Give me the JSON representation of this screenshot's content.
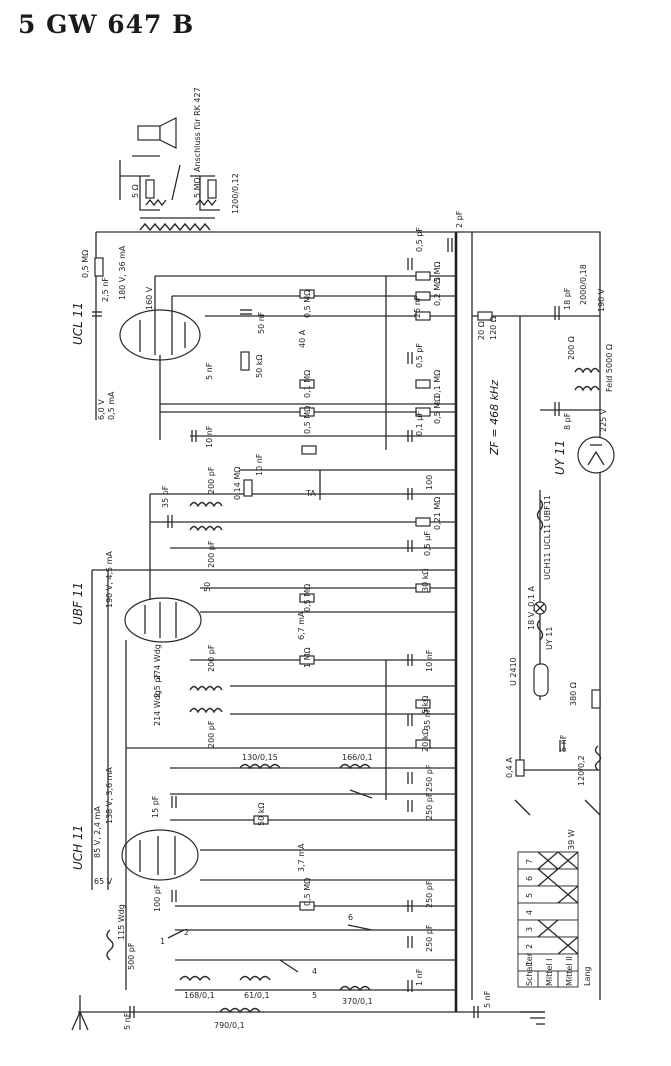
{
  "title": "5 GW 647 B",
  "tubes": {
    "ucl11": "UCL 11",
    "ubf11": "UBF 11",
    "uch11": "UCH 11",
    "uy11": "UY 11"
  },
  "labels": {
    "anschluss": "Anschluss für RK 427",
    "res5a": "5 Ω",
    "res5b": "5 MΩ",
    "res1200": "1200/0,12",
    "res05a": "0,5 MΩ",
    "ucl_ua": "180 V, 36 mA",
    "ucl_ug": "160 V",
    "c25nf": "2,5 nF",
    "c2pf": "2 pF",
    "c05pf": "0,5 pF",
    "c5m": "5 MΩ",
    "c02": "0,2 MΩ",
    "c25": "25 nF",
    "r05mid": "0,5 MΩ",
    "c50nf": "50 nF",
    "r50k": "50 kΩ",
    "c5nf": "5 nF",
    "b40": "40 A",
    "r20": "20 Ω",
    "r120": "120 Ω",
    "v6": "6,0 V",
    "ma05": "0,5 mA",
    "r01": "0,1 MΩ",
    "c05b": "0,5 pF",
    "c01b": "0,1 MΩ",
    "r05b": "0,5 MΩ",
    "c10nf": "10 nF",
    "zf": "ZF = 468 kHz",
    "c01": "0,1 µF",
    "c10a": "10 nF",
    "r014": "0,14 MΩ",
    "c18pf": "18 pF",
    "r2000": "2000/0,18",
    "v190": "190 V",
    "r200": "200 Ω",
    "feld": "Feld 5000 Ω",
    "c8pf": "8 pF",
    "v225": "225 V",
    "c35": "35 pF",
    "c200a": "200 pF",
    "c100": "100",
    "ta": "TA",
    "r021": "0,21 MΩ",
    "c200b": "200 pF",
    "c05c": "0,5 µF",
    "r30": "30 kΩ",
    "ubf_ua": "190 V, 4,5 mA",
    "r05c": "0,5 MΩ",
    "b6": "6,7 mA",
    "c50": "50",
    "heater": "UCH11 UCL11 UBF11",
    "heater2": "18 V, 0,1 A",
    "uy11h": "UY 11",
    "w274": "274 Wdg",
    "c25pf": "2,5 pF",
    "c200c": "200 pF",
    "r1m": "1 MΩ",
    "c10b": "10 nF",
    "u2410": "U 2410",
    "r380": "380 Ω",
    "c200d": "200 pF",
    "r5k": "5 kΩ",
    "c35b": "35 nF",
    "r20k": "20 kΩ",
    "w214": "214 Wdg",
    "c5nfb": "5 nF",
    "r120b": "120/0,2",
    "fuse": "0,4 A",
    "coil130": "130/0,15",
    "coil166": "166/0,1",
    "c250a": "250 pF",
    "uch_ua": "138 V, 3,6 mA",
    "uch_ug": "85 V, 2,4 mA",
    "c15pf": "15 pF",
    "r50k2": "50 kΩ",
    "c250b": "250 pF",
    "b37": "3,7 mA",
    "v65": "65 V",
    "c100pf": "100 pF",
    "r05d": "0,5 MΩ",
    "c250c": "250 pF",
    "sw6": "6",
    "w39": "39 W",
    "w115": "115 Wdg",
    "c500": "500 pF",
    "sw2": "2",
    "c250d": "250 pF",
    "sw1": "1",
    "coil168": "168/0,1",
    "coil61": "61/0,1",
    "sw5": "5",
    "sw4": "4",
    "coil370": "370/0,1",
    "c1nf": "1 nF",
    "c5nfc": "5 nF",
    "coil790": "790/0,1",
    "c5nfd": "5 nF"
  },
  "switch_table": {
    "header": [
      "Schalter",
      "1",
      "2",
      "3",
      "4",
      "5",
      "6",
      "7"
    ],
    "rows": [
      "Mittel I",
      "Mittel II",
      "Lang"
    ]
  }
}
